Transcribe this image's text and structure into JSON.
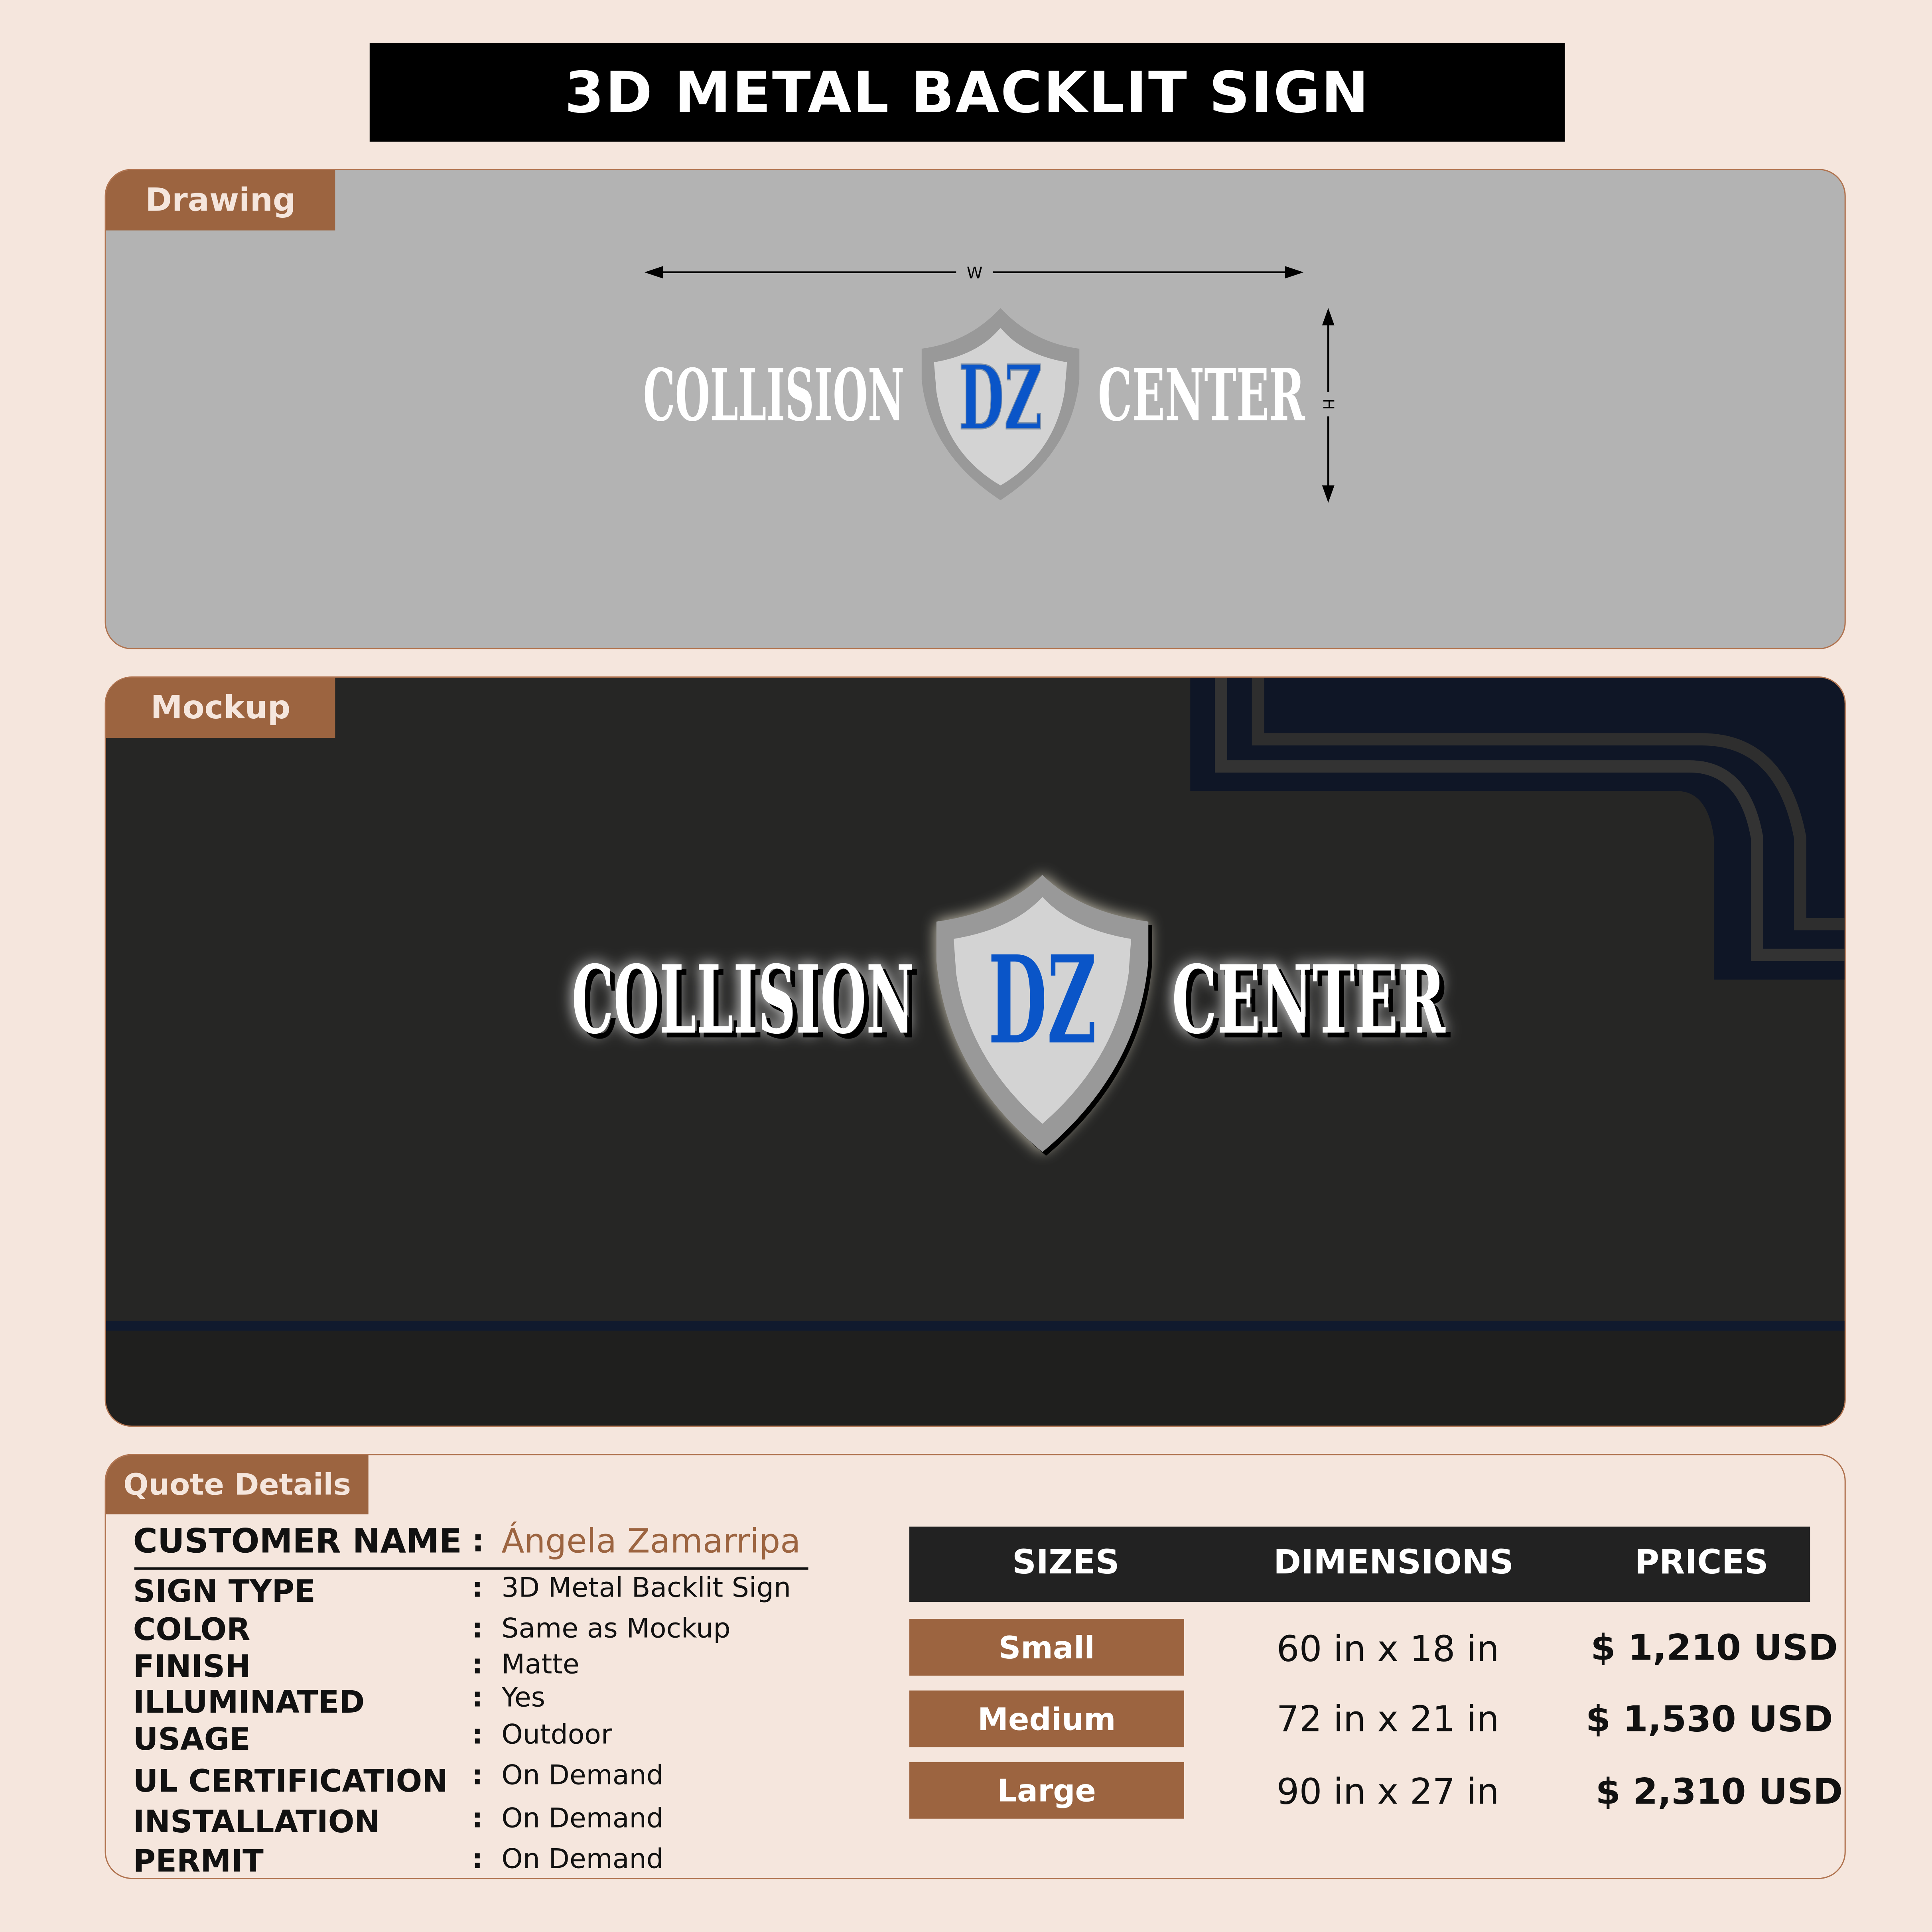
{
  "title": "3D METAL BACKLIT SIGN",
  "drawing": {
    "label": "Drawing",
    "width_marker": "W",
    "height_marker": "H"
  },
  "mockup": {
    "label": "Mockup"
  },
  "logo": {
    "left_word": "COLLISION",
    "monogram": "DZ",
    "right_word": "CENTER",
    "monogram_color": "#0a55c8"
  },
  "quote": {
    "label": "Quote Details",
    "customer_label": "CUSTOMER NAME",
    "customer_name": "Ángela Zamarripa",
    "fields": [
      {
        "label": "SIGN TYPE",
        "value": "3D Metal Backlit Sign"
      },
      {
        "label": "COLOR",
        "value": "Same as Mockup"
      },
      {
        "label": "FINISH",
        "value": "Matte"
      },
      {
        "label": "ILLUMINATED",
        "value": "Yes"
      },
      {
        "label": "USAGE",
        "value": "Outdoor"
      },
      {
        "label": "UL CERTIFICATION",
        "value": "On Demand"
      },
      {
        "label": "INSTALLATION",
        "value": "On Demand"
      },
      {
        "label": "PERMIT",
        "value": "On Demand"
      }
    ],
    "table": {
      "headers": [
        "SIZES",
        "DIMENSIONS",
        "PRICES"
      ],
      "rows": [
        {
          "size": "Small",
          "dimensions": "60 in x 18 in",
          "price": "$ 1,210 USD"
        },
        {
          "size": "Medium",
          "dimensions": "72 in x 21 in",
          "price": "$ 1,530 USD"
        },
        {
          "size": "Large",
          "dimensions": "90 in x 27 in",
          "price": "$ 2,310 USD"
        }
      ]
    }
  },
  "colors": {
    "accent": "#9c6440",
    "page_bg": "#f5e6dd",
    "header_bg": "#222222"
  }
}
